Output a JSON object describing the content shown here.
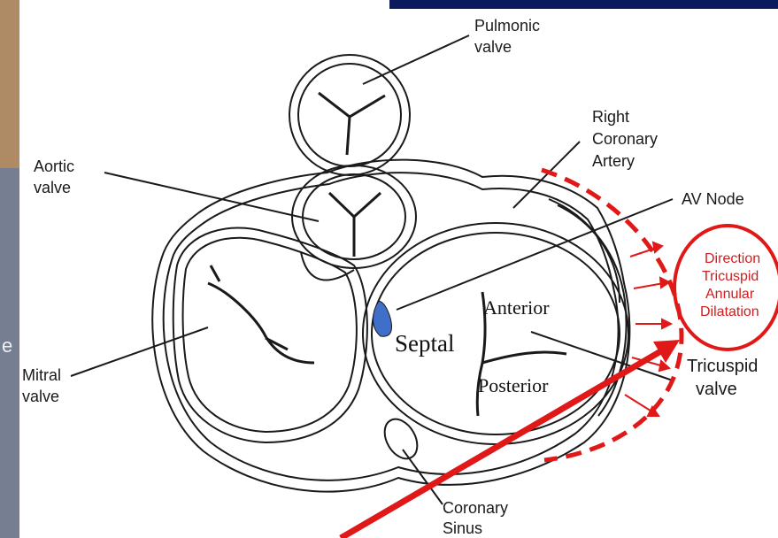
{
  "labels": {
    "pulmonic_line1": "Pulmonic",
    "pulmonic_line2": "valve",
    "aortic_line1": "Aortic",
    "aortic_line2": "valve",
    "rca_line1": "Right",
    "rca_line2": "Coronary",
    "rca_line3": "Artery",
    "av_node": "AV Node",
    "mitral_line1": "Mitral",
    "mitral_line2": "valve",
    "tricuspid_line1": "Tricuspid",
    "tricuspid_line2": "valve",
    "coronary_line1": "Coronary",
    "coronary_line2": "Sinus",
    "septal": "Septal",
    "anterior": "Anterior",
    "posterior": "Posterior"
  },
  "direction_note": {
    "line1": "Direction",
    "line2": "Tricuspid",
    "line3": "Annular",
    "line4": "Dilatation"
  },
  "edge_fragment": "e",
  "colors": {
    "annotation_red": "#e01818",
    "av_node_blue": "#3f6fc8",
    "top_bar_navy": "#0a1a5c"
  }
}
